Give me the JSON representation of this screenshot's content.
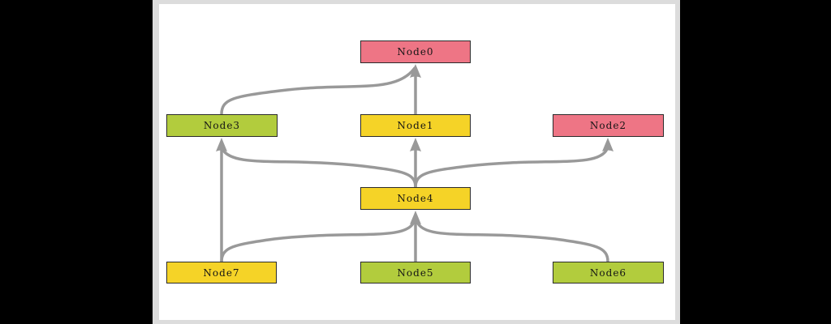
{
  "diagram": {
    "type": "directed-graph",
    "nodes": [
      {
        "id": "Node0",
        "label": "Node0",
        "color": "pink"
      },
      {
        "id": "Node1",
        "label": "Node1",
        "color": "yellow"
      },
      {
        "id": "Node2",
        "label": "Node2",
        "color": "pink"
      },
      {
        "id": "Node3",
        "label": "Node3",
        "color": "green"
      },
      {
        "id": "Node4",
        "label": "Node4",
        "color": "yellow"
      },
      {
        "id": "Node5",
        "label": "Node5",
        "color": "green"
      },
      {
        "id": "Node6",
        "label": "Node6",
        "color": "green"
      },
      {
        "id": "Node7",
        "label": "Node7",
        "color": "yellow"
      }
    ],
    "edges": [
      {
        "from": "Node1",
        "to": "Node0"
      },
      {
        "from": "Node3",
        "to": "Node0"
      },
      {
        "from": "Node4",
        "to": "Node1"
      },
      {
        "from": "Node4",
        "to": "Node3"
      },
      {
        "from": "Node4",
        "to": "Node2"
      },
      {
        "from": "Node7",
        "to": "Node3"
      },
      {
        "from": "Node7",
        "to": "Node4"
      },
      {
        "from": "Node5",
        "to": "Node4"
      },
      {
        "from": "Node6",
        "to": "Node4"
      }
    ],
    "colors": {
      "pink": "#ee7585",
      "yellow": "#f5d327",
      "green": "#b2cc3d",
      "edge": "#999999",
      "node_border": "#2b2b2b",
      "canvas": "#ffffff",
      "frame": "#dcdcdc",
      "page": "#000000",
      "text": "#151515"
    }
  }
}
